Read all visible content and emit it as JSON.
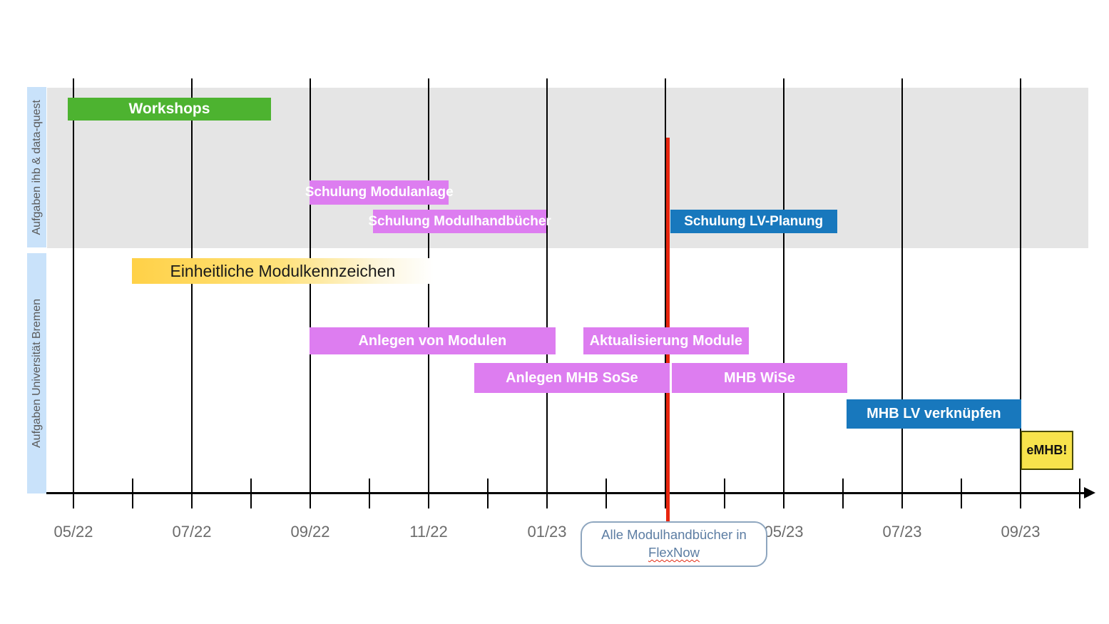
{
  "lanes": [
    {
      "id": "ihb-data-quest",
      "label": "Aufgaben ihb & data-quest"
    },
    {
      "id": "uni-bremen",
      "label": "Aufgaben Universität Bremen"
    }
  ],
  "callout": {
    "line1": "Alle Modulhandbücher in",
    "line2": "FlexNow",
    "spellcheck_squiggle_on_line2": true
  },
  "colors": {
    "green": "#4db330",
    "purple": "#dd7df0",
    "blue": "#1878bd",
    "yellow": "#ffd147",
    "emhb_fill": "#f7e34c",
    "emhb_border": "#494900",
    "red_marker": "#e8250e",
    "lane_strip": "#c9e2fa",
    "band_gray": "#e5e5e5",
    "text_gray": "#595959",
    "callout_border": "#8ea6bf",
    "callout_text": "#5c7da3"
  },
  "chart_data": {
    "type": "gantt",
    "title": "",
    "x_axis": {
      "unit": "month",
      "major_tick_labels": [
        "05/22",
        "07/22",
        "09/22",
        "11/22",
        "01/23",
        "",
        "05/23",
        "07/23",
        "09/23"
      ],
      "minor_ticks_between_majors": 1,
      "minor_tick_after_last_major": true,
      "range": [
        "05/22",
        "10/23"
      ],
      "arrow_end": true,
      "note": "label at 03/23 position is covered by the FlexNow callout"
    },
    "milestone": {
      "date": "03/23",
      "style": "red-vertical-line",
      "callout_text": "Alle Modulhandbücher in FlexNow"
    },
    "tasks": [
      {
        "id": "workshops",
        "label": "Workshops",
        "lane": "Aufgaben ihb & data-quest",
        "row": 0,
        "start_m": -0.1,
        "end_m": 3.34,
        "start": "05/22",
        "end": "08/22",
        "style": "green"
      },
      {
        "id": "schulung-modulanlage",
        "label": "Schulung Modulanlage",
        "lane": "Aufgaben ihb & data-quest",
        "row": 1,
        "start_m": 3.99,
        "end_m": 6.34,
        "start": "09/22",
        "end": "11/22",
        "style": "purple"
      },
      {
        "id": "schulung-modulhandbuecher",
        "label": "Schulung Modulhandbücher",
        "lane": "Aufgaben ihb & data-quest",
        "row": 2,
        "start_m": 5.06,
        "end_m": 7.99,
        "start": "10/22",
        "end": "01/23",
        "style": "purple"
      },
      {
        "id": "schulung-lv-planung",
        "label": "Schulung LV-Planung",
        "lane": "Aufgaben ihb & data-quest",
        "row": 2,
        "start_m": 10.08,
        "end_m": 12.9,
        "start": "03/23",
        "end": "06/23",
        "style": "blue"
      },
      {
        "id": "einheitliche-modulkennzeichen",
        "label": "Einheitliche Modulkennzeichen",
        "lane": "Aufgaben Universität Bremen",
        "row": 3,
        "start_m": 0.99,
        "end_m": 6.08,
        "start": "06/22",
        "end": "11/22",
        "style": "yellowfade",
        "fade_out_right": true
      },
      {
        "id": "anlegen-von-modulen",
        "label": "Anlegen von Modulen",
        "lane": "Aufgaben Universität Bremen",
        "row": 4,
        "start_m": 3.99,
        "end_m": 8.14,
        "start": "09/22",
        "end": "01/23",
        "style": "purple"
      },
      {
        "id": "aktualisierung-module",
        "label": "Aktualisierung Module",
        "lane": "Aufgaben Universität Bremen",
        "row": 4,
        "start_m": 8.61,
        "end_m": 11.41,
        "start": "02/23",
        "end": "04/23",
        "style": "purple"
      },
      {
        "id": "anlegen-mhb-sose",
        "label": "Anlegen MHB SoSe",
        "lane": "Aufgaben Universität Bremen",
        "row": 5,
        "start_m": 6.77,
        "end_m": 10.07,
        "start": "12/22",
        "end": "03/23",
        "style": "purple"
      },
      {
        "id": "mhb-wise",
        "label": "MHB WiSe",
        "lane": "Aufgaben Universität Bremen",
        "row": 5,
        "start_m": 10.11,
        "end_m": 13.07,
        "start": "03/23",
        "end": "06/23",
        "style": "purple"
      },
      {
        "id": "mhb-lv-verknuepfen",
        "label": "MHB LV verknüpfen",
        "lane": "Aufgaben Universität Bremen",
        "row": 6,
        "start_m": 13.06,
        "end_m": 16.01,
        "start": "06/23",
        "end": "09/23",
        "style": "blue"
      },
      {
        "id": "emhb",
        "label": "eMHB!",
        "lane": "Aufgaben Universität Bremen",
        "row": 7,
        "start_m": 16.0,
        "end_m": 16.89,
        "start": "09/23",
        "end": "10/23",
        "style": "emhb"
      }
    ]
  }
}
